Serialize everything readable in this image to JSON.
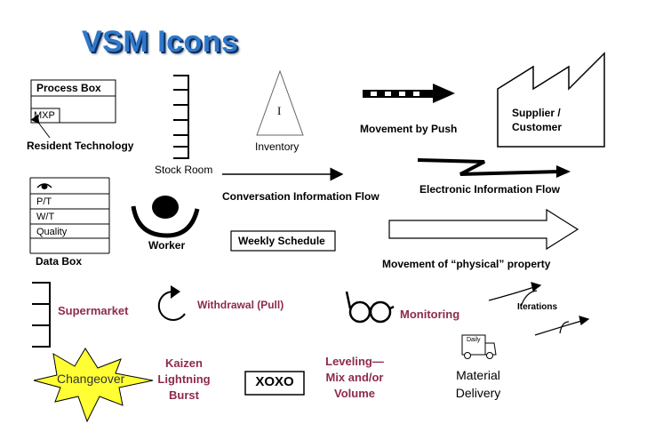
{
  "title": "VSM Icons",
  "labels": {
    "process_box": "Process Box",
    "mxp": "MXP",
    "resident_technology": "Resident Technology",
    "stock_room": "Stock Room",
    "inventory_mark": "I",
    "inventory": "Inventory",
    "push": "Movement by Push",
    "supplier": "Supplier /",
    "customer": "Customer",
    "conversation": "Conversation Information Flow",
    "electronic": "Electronic Information Flow",
    "data_box_rows": [
      "P/T",
      "W/T",
      "Quality"
    ],
    "data_box": "Data Box",
    "worker": "Worker",
    "weekly_schedule": "Weekly Schedule",
    "physical": "Movement of “physical” property",
    "supermarket": "Supermarket",
    "withdrawal": "Withdrawal (Pull)",
    "monitoring": "Monitoring",
    "iterations": "Iterations",
    "daily": "Daily",
    "changeover": "Changeover",
    "kaizen": [
      "Kaizen",
      "Lightning",
      "Burst"
    ],
    "xoxo": "XOXO",
    "leveling": [
      "Leveling—",
      "Mix and/or",
      "Volume"
    ],
    "material": [
      "Material",
      "Delivery"
    ]
  },
  "colors": {
    "title": "#2f77c9",
    "accent_text": "#8e2b4a",
    "starburst": "#ffff33"
  }
}
